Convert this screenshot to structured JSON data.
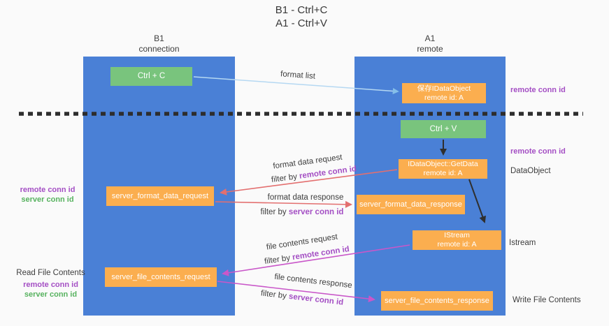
{
  "title": {
    "line1": "B1 - Ctrl+C",
    "line2": "A1 - Ctrl+V"
  },
  "lanes": {
    "left": {
      "name": "B1",
      "role": "connection"
    },
    "right": {
      "name": "A1",
      "role": "remote"
    }
  },
  "nodes": {
    "ctrl_c": "Ctrl + C",
    "ctrl_v": "Ctrl + V",
    "save_idataobject": {
      "line1": "保存IDataObject",
      "line2": "remote id: A"
    },
    "getdata": {
      "line1": "IDataObject::GetData",
      "line2": "remote id: A"
    },
    "istream": {
      "line1": "IStream",
      "line2": "remote id: A"
    },
    "format_request": "server_format_data_request",
    "format_response": "server_format_data_response",
    "file_request": "server_file_contents_request",
    "file_response": "server_file_contents_response"
  },
  "arrow_labels": {
    "format_list": "format list",
    "format_data_request": "format data request",
    "format_data_response": "format data response",
    "file_contents_request": "file contents request",
    "file_contents_response": "file contents response",
    "filter_by": "filter by",
    "remote_conn_id": "remote conn id",
    "server_conn_id": "server conn id"
  },
  "side_labels": {
    "remote_conn_id": "remote conn id",
    "server_conn_id": "server conn id",
    "dataobject": "DataObject",
    "istream": "Istream",
    "read_file_contents": "Read File Contents",
    "write_file_contents": "Write File Contents"
  },
  "colors": {
    "lane_blue": "#4a80d6",
    "box_orange": "#fbae4f",
    "box_green": "#79c47d",
    "text_purple": "#a44fc4",
    "text_green": "#57b25f",
    "arrow_red": "#e36f6f",
    "arrow_pink": "#c957c9",
    "arrow_lightblue": "#b5d8f2",
    "arrow_black": "#2f2f2f",
    "background": "#fafafa"
  }
}
